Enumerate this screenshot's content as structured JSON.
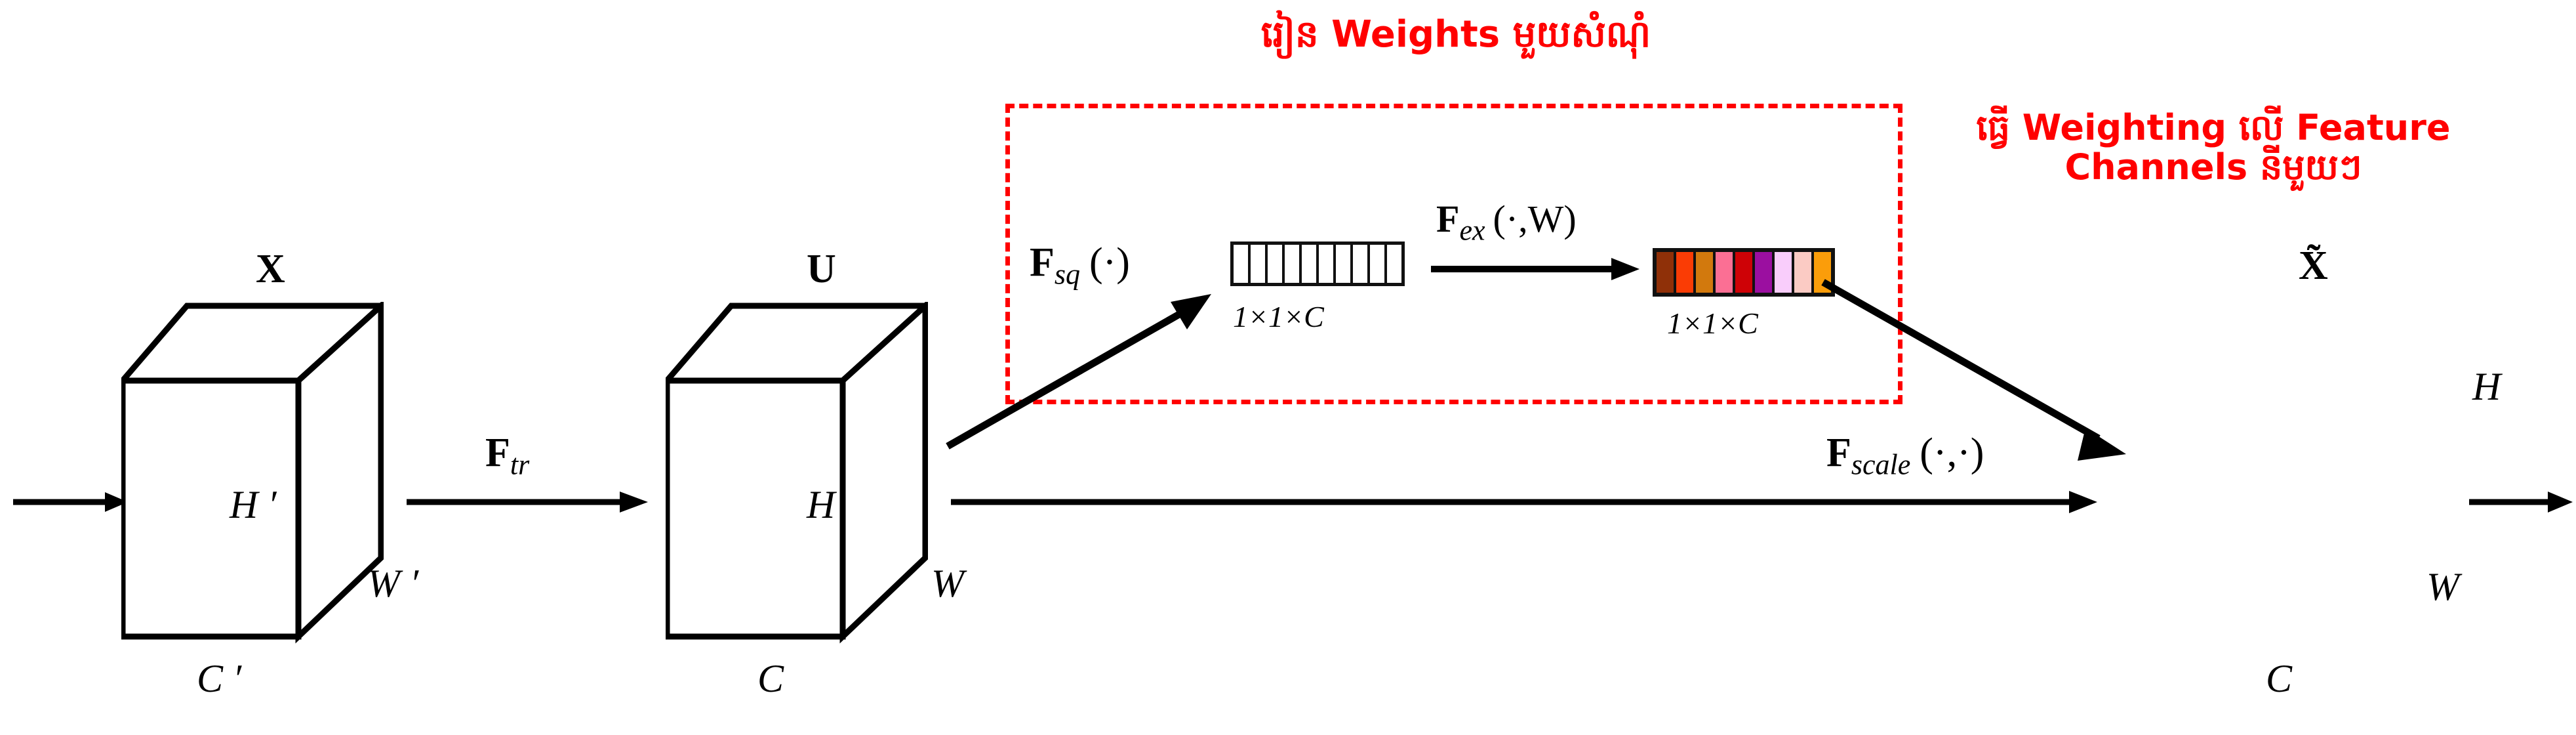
{
  "diagram": {
    "title_block_left": "រៀន Weights មួយសំណុំ",
    "title_block_right_line1": "ធ្វើ Weighting លើ Feature",
    "title_block_right_line2": "Channels នីមួយៗ",
    "accent_color": "#ff0000",
    "stroke_color": "#000000"
  },
  "blocks": {
    "input_tensor": {
      "name": "X",
      "height_label": "H ′",
      "width_label": "W ′",
      "channel_label": "C ′"
    },
    "transformed_tensor": {
      "name": "U",
      "height_label": "H",
      "width_label": "W",
      "channel_label": "C"
    },
    "output_tensor": {
      "name": "X̃",
      "height_label": "H",
      "width_label": "W",
      "channel_label": "C"
    }
  },
  "operators": {
    "transform": {
      "symbol": "F",
      "subscript": "tr",
      "args": ""
    },
    "squeeze": {
      "symbol": "F",
      "subscript": "sq",
      "args": "(·)"
    },
    "excite": {
      "symbol": "F",
      "subscript": "ex",
      "args": "(·,W)"
    },
    "scale": {
      "symbol": "F",
      "subscript": "scale",
      "args": "(·,·)"
    }
  },
  "vectors": {
    "squeezed": {
      "shape_label": "1×1×C",
      "cells": 10,
      "fill": "#ffffff"
    },
    "excited": {
      "shape_label": "1×1×C",
      "colors": [
        "#8f3008",
        "#fa3c05",
        "#d2790d",
        "#fb6f94",
        "#ce0206",
        "#9b0fa0",
        "#f9cdfb",
        "#fbcbc4",
        "#fb9d0a"
      ]
    }
  },
  "output_cube": {
    "front_slab_colors": [
      "#8f3008",
      "#fa3c05",
      "#d2790d",
      "#fb6f94",
      "#ce0206",
      "#9b0fa0",
      "#f9cdfb",
      "#fbcbc4",
      "#fb9d0a"
    ],
    "top_stripe_colors": [
      "#f73c05",
      "#f29562",
      "#f29562",
      "#f7b9c6",
      "#f6302f",
      "#fa06f6",
      "#fbdcfb",
      "#fbdcd8",
      "#f09d6a"
    ],
    "side_face_color": "#d2790d"
  }
}
